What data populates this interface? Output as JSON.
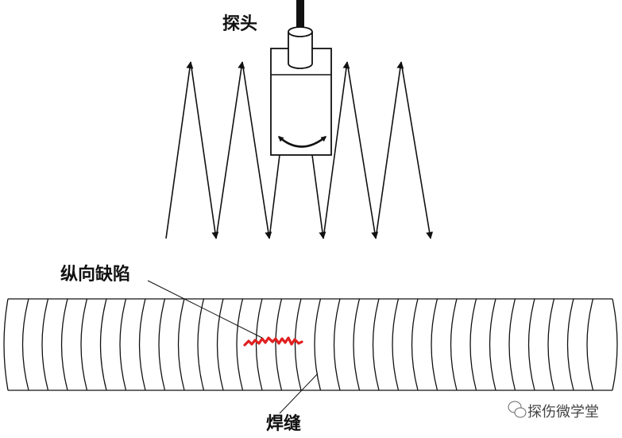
{
  "labels": {
    "probe": "探头",
    "longitudinal_defect": "纵向缺陷",
    "weld_seam": "焊缝"
  },
  "watermark": {
    "icon": "wechat-icon",
    "text": "探伤微学堂"
  },
  "colors": {
    "line": "#111111",
    "defect": "#e02020",
    "background": "#ffffff"
  }
}
